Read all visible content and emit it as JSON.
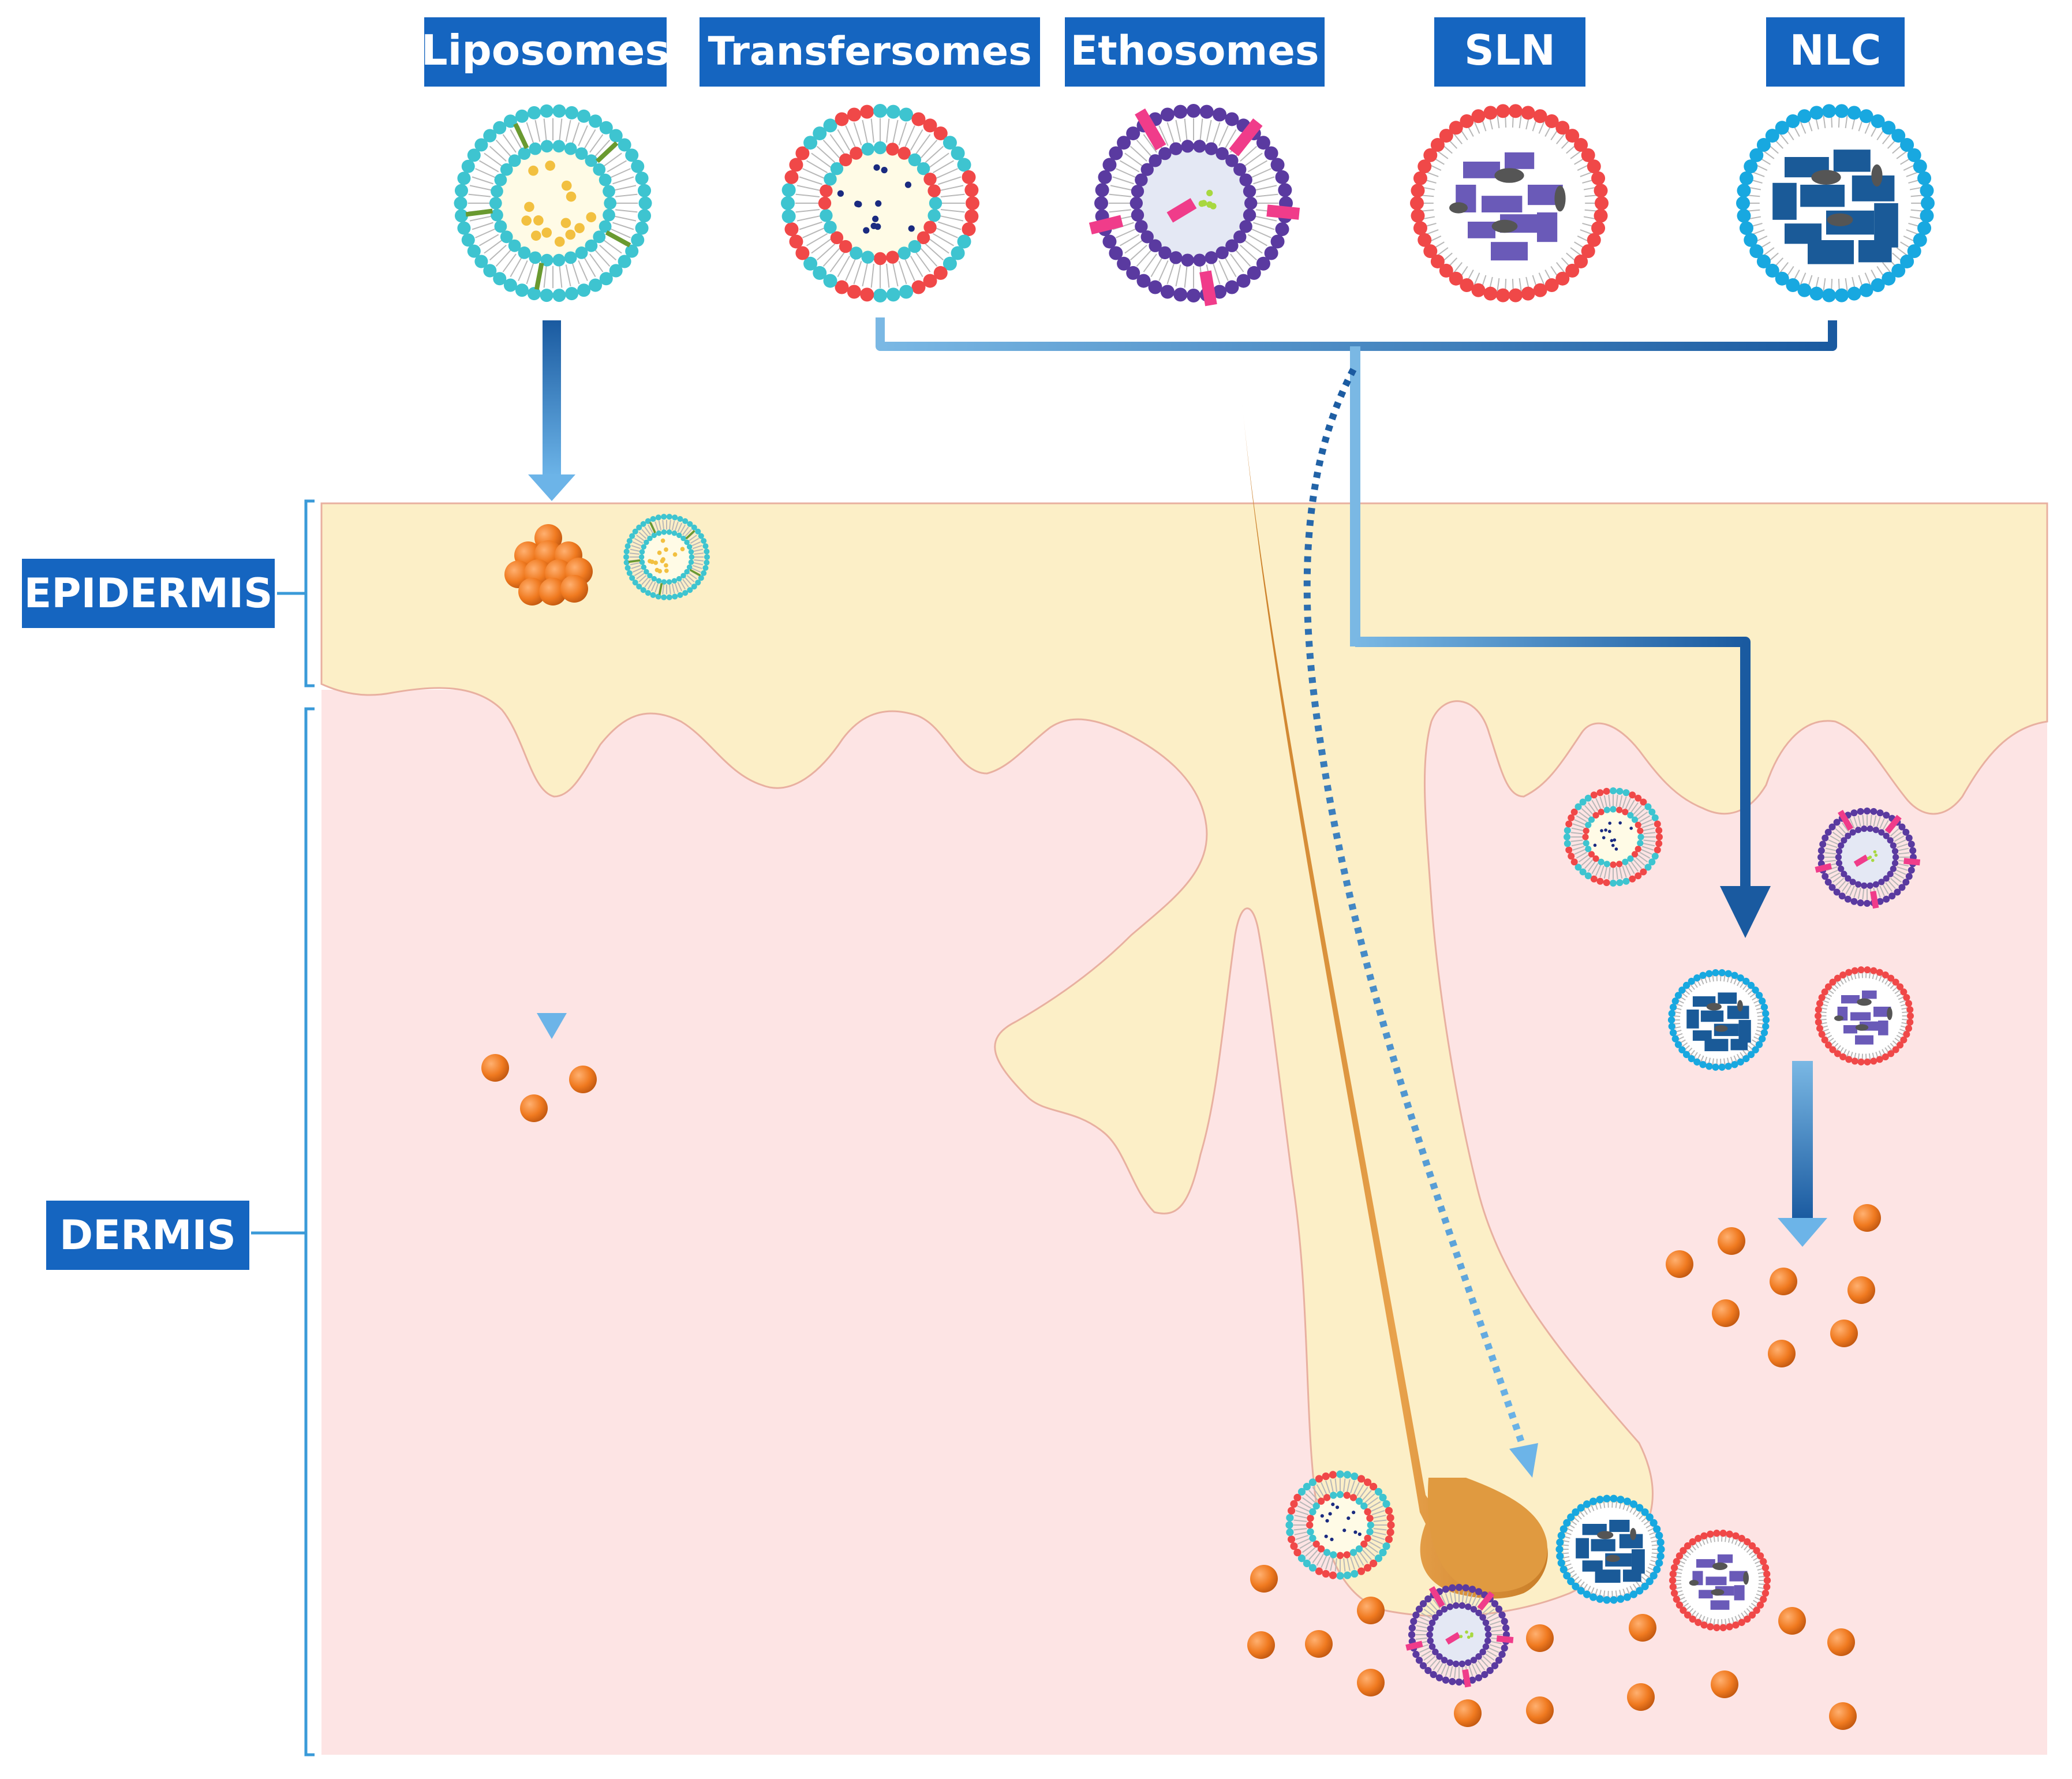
{
  "labels": {
    "liposomes": "Liposomes",
    "transfersomes": "Transfersomes",
    "ethosomes": "Ethosomes",
    "sln": "SLN",
    "nlc": "NLC",
    "epidermis": "EPIDERMIS",
    "dermis": "DERMIS"
  },
  "colors": {
    "label_bg": "#1565c0",
    "label_text": "#ffffff",
    "epidermis": "#fcefc7",
    "dermis": "#fde4e4",
    "hair": "#e09a40",
    "drug": "#f07a20",
    "arrow_dark": "#1a5aa0",
    "arrow_light": "#6cb4e8",
    "bracket": "#3a9ad8",
    "cyan": "#3ec4d0",
    "red": "#f04848",
    "purple": "#5a3aa0",
    "pink": "#f03c8a",
    "sky": "#18a8e0",
    "navy": "#1a5a98",
    "lavender": "#6a5ab8"
  },
  "icons": {
    "liposomes": "liposome-vesicle-icon",
    "transfersomes": "transfersome-vesicle-icon",
    "ethosomes": "ethosome-vesicle-icon",
    "sln": "solid-lipid-nanoparticle-icon",
    "nlc": "nanostructured-lipid-carrier-icon",
    "drug": "drug-molecule-icon"
  }
}
